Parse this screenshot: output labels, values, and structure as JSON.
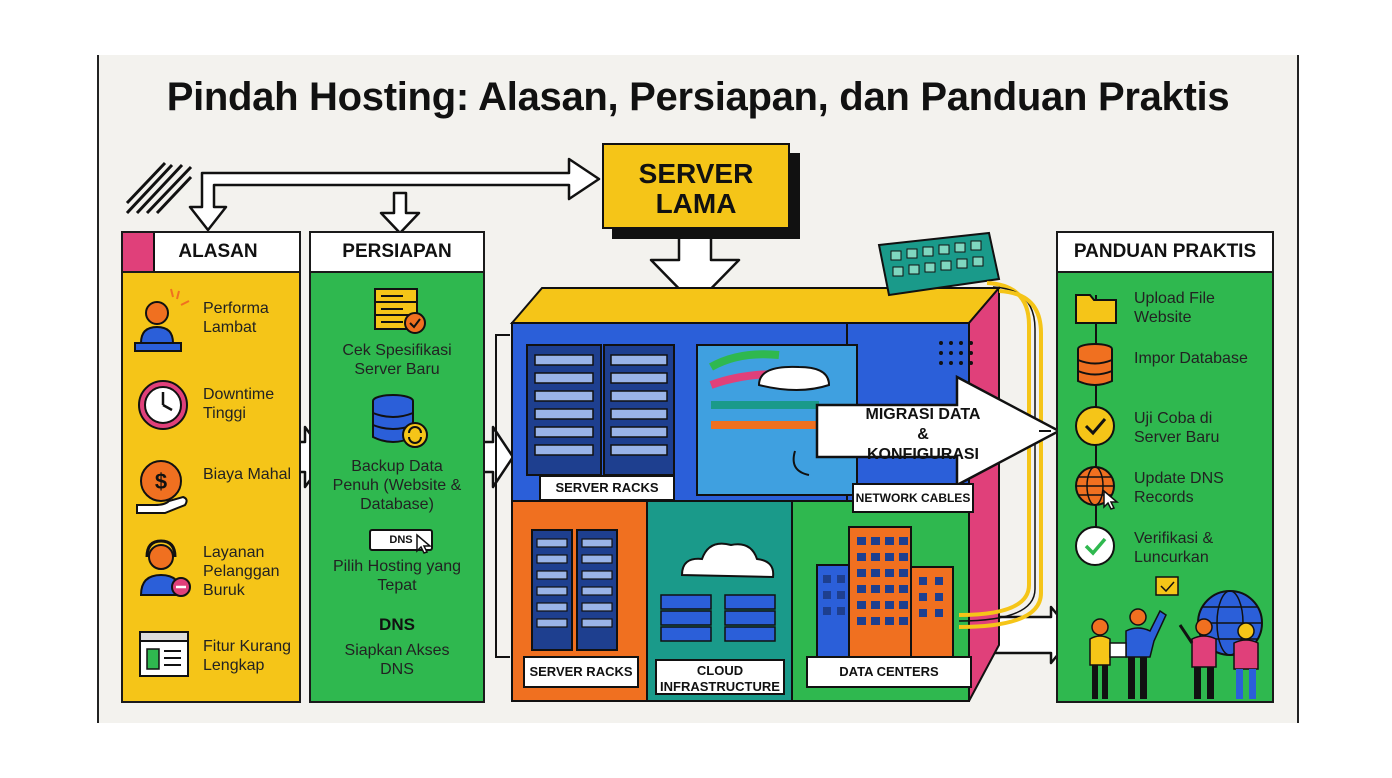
{
  "title": "Pindah Hosting: Alasan, Persiapan, dan Panduan Praktis",
  "colors": {
    "yellow": "#f5c518",
    "green": "#2fb84f",
    "blue": "#2b5fd9",
    "orange": "#f07020",
    "teal": "#1a9a8a",
    "pink": "#e0407a",
    "background": "#f3f2ee"
  },
  "server_lama": {
    "label": "SERVER LAMA"
  },
  "alasan": {
    "heading": "ALASAN",
    "items": [
      {
        "label": "Performa Lambat",
        "icon": "person-thinking-icon"
      },
      {
        "label": "Downtime Tinggi",
        "icon": "clock-icon"
      },
      {
        "label": "Biaya Mahal",
        "icon": "dollar-hand-icon"
      },
      {
        "label": "Layanan Pelanggan Buruk",
        "icon": "headset-agent-icon"
      },
      {
        "label": "Fitur Kurang Lengkap",
        "icon": "browser-window-icon"
      }
    ]
  },
  "persiapan": {
    "heading": "PERSIAPAN",
    "items": [
      {
        "label": "Cek Spesifikasi Server Baru",
        "icon": "server-check-icon"
      },
      {
        "label": "Backup Data Penuh (Website & Database)",
        "icon": "database-sync-icon"
      },
      {
        "label": "Pilih Hosting yang Tepat",
        "icon": "dns-cursor-icon",
        "badge": "DNS"
      },
      {
        "label": "Siapkan Akses DNS",
        "icon": "dns-text-icon",
        "badge": "DNS"
      }
    ]
  },
  "migration": {
    "arrow_label": "MIGRASI DATA & KONFIGURASI",
    "tags": {
      "server_racks_top": "SERVER RACKS",
      "network_cables": "NETWORK CABLES",
      "server_racks_bottom": "SERVER RACKS",
      "cloud": "CLOUD INFRASTRUCTURE",
      "data_centers": "DATA CENTERS"
    }
  },
  "panduan": {
    "heading": "PANDUAN PRAKTIS",
    "items": [
      {
        "label": "Upload File Website",
        "icon": "folder-icon"
      },
      {
        "label": "Impor Database",
        "icon": "database-icon"
      },
      {
        "label": "Uji Coba di Server Baru",
        "icon": "check-circle-icon"
      },
      {
        "label": "Update DNS Records",
        "icon": "globe-cursor-icon"
      },
      {
        "label": "Verifikasi & Luncurkan",
        "icon": "check-circle-outline-icon"
      }
    ]
  }
}
